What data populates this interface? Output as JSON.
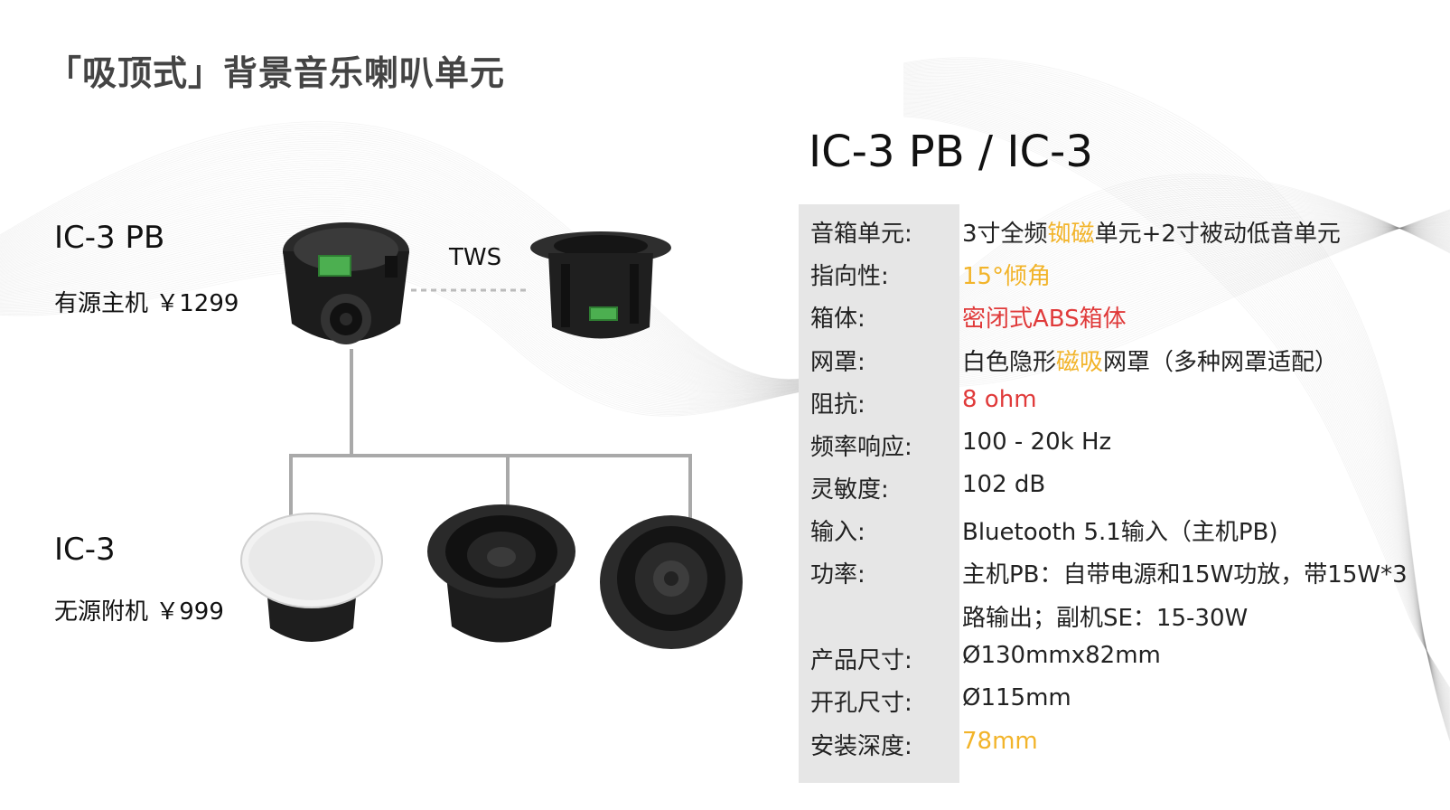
{
  "page": {
    "title": "「吸顶式」背景音乐喇叭单元",
    "model_title": "IC-3 PB / IC-3"
  },
  "products": {
    "active": {
      "name": "IC-3  PB",
      "price": "有源主机 ￥1299"
    },
    "passive": {
      "name": "IC-3",
      "price": "无源附机 ￥999"
    },
    "tws_label": "TWS"
  },
  "specs": [
    {
      "label": "音箱单元:",
      "value_parts": [
        "3寸全频",
        "铷磁",
        "单元+2寸被动低音单元"
      ]
    },
    {
      "label": "指向性:",
      "value": "15°倾角"
    },
    {
      "label": "箱体:",
      "value": "密闭式ABS箱体"
    },
    {
      "label": "网罩:",
      "value_parts": [
        "白色隐形",
        "磁吸",
        "网罩（多种网罩适配）"
      ]
    },
    {
      "label": "阻抗:",
      "value": "8 ohm"
    },
    {
      "label": "频率响应:",
      "value": "100 - 20k Hz"
    },
    {
      "label": "灵敏度:",
      "value": "102 dB"
    },
    {
      "label": "输入:",
      "value": "Bluetooth 5.1输入（主机PB)"
    },
    {
      "label": "功率:",
      "value": "主机PB：自带电源和15W功放，带15W*3",
      "value_cont": "路输出；副机SE：15-30W"
    },
    {
      "label": "产品尺寸:",
      "value": "Ø130mmx82mm"
    },
    {
      "label": "开孔尺寸:",
      "value": "Ø115mm"
    },
    {
      "label": "安装深度:",
      "value": "78mm"
    }
  ],
  "colors": {
    "highlight_yellow": "#f2b42a",
    "highlight_red": "#e03a3a",
    "band_gray": "#e6e6e6",
    "connector_gray": "#a9a9a9"
  },
  "icons": [
    "active-speaker-rear-image",
    "active-speaker-side-image",
    "grille-speaker-image",
    "open-speaker-image",
    "front-speaker-image"
  ]
}
